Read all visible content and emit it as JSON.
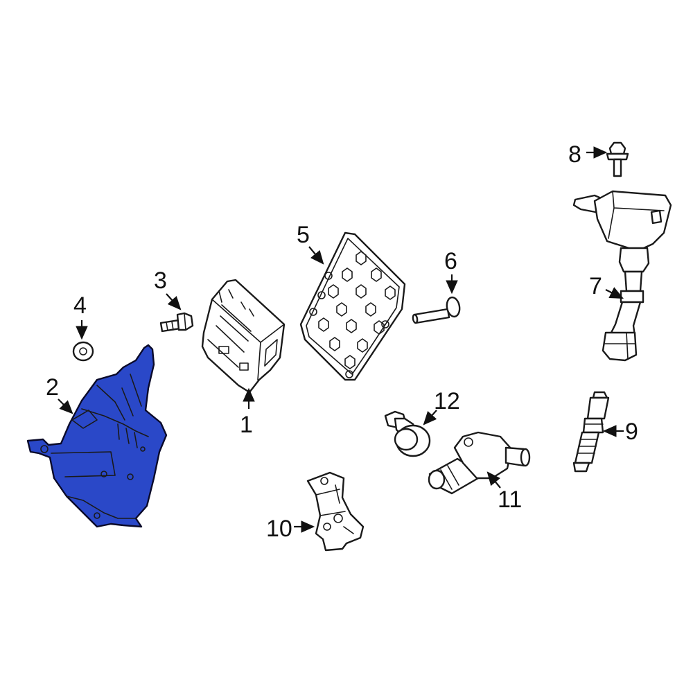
{
  "colors": {
    "highlight": "#2a48c8",
    "line": "#1a1a1a",
    "background": "#ffffff"
  },
  "callouts": {
    "c1": "1",
    "c2": "2",
    "c3": "3",
    "c4": "4",
    "c5": "5",
    "c6": "6",
    "c7": "7",
    "c8": "8",
    "c9": "9",
    "c10": "10",
    "c11": "11",
    "c12": "12"
  },
  "parts": [
    {
      "callout": "1",
      "highlighted": false
    },
    {
      "callout": "2",
      "highlighted": true
    },
    {
      "callout": "3",
      "highlighted": false
    },
    {
      "callout": "4",
      "highlighted": false
    },
    {
      "callout": "5",
      "highlighted": false
    },
    {
      "callout": "6",
      "highlighted": false
    },
    {
      "callout": "7",
      "highlighted": false
    },
    {
      "callout": "8",
      "highlighted": false
    },
    {
      "callout": "9",
      "highlighted": false
    },
    {
      "callout": "10",
      "highlighted": false
    },
    {
      "callout": "11",
      "highlighted": false
    },
    {
      "callout": "12",
      "highlighted": false
    }
  ]
}
